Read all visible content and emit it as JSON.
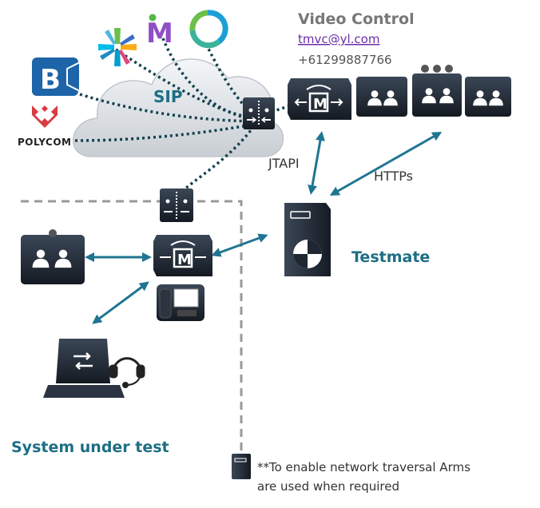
{
  "cloud": {
    "label": "SIP"
  },
  "video_control": {
    "title": "Video Control",
    "email": "tmvc@yl.com",
    "phone": "+61299887766"
  },
  "connections": {
    "jtapi": "JTAPI",
    "https": "HTTPs"
  },
  "testmate": {
    "label": "Testmate"
  },
  "system_under_test": {
    "label": "System under test"
  },
  "logos": {
    "b_letter": "B",
    "polycom": "POLYCOM",
    "m_letter": "M"
  },
  "note": {
    "line1": "**To enable network traversal Arms",
    "line2": "are used when required"
  },
  "colors": {
    "accent_teal": "#1d6e84",
    "arrow": "#1f7591",
    "dotted_link": "#15414f",
    "device_dark": "#1f2733",
    "polycom_red": "#d5262d",
    "bluejeans_blue": "#1d64a8",
    "grey_text": "#777777",
    "link_purple": "#6c2fa6"
  },
  "icons": [
    "cloud-icon",
    "video-endpoint-icon",
    "mcu-icon",
    "firewall-icon",
    "server-icon",
    "ip-phone-icon",
    "laptop-icon",
    "headset-icon",
    "webex-icon",
    "meet-logo-icon",
    "bluejeans-logo-icon",
    "polycom-logo-icon",
    "chrome-circle-icon"
  ]
}
